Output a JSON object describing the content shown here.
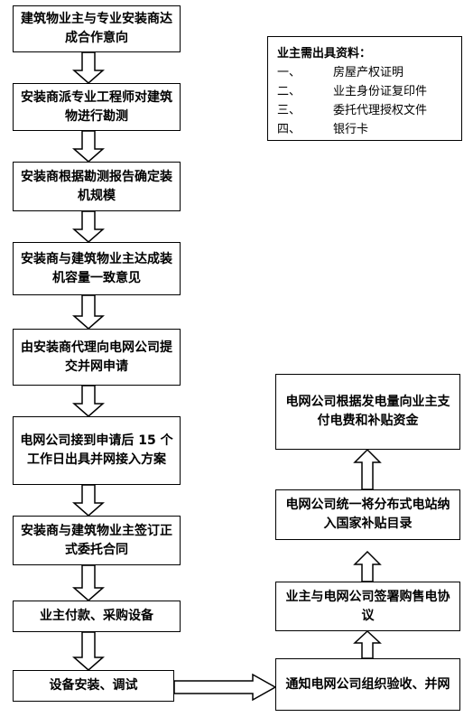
{
  "steps": [
    "建筑物业主与专业安装商达成合作意向",
    "安装商派专业工程师对建筑物进行勘测",
    "安装商根据勘测报告确定装机规模",
    "安装商与建筑物业主达成装机容量一致意见",
    "由安装商代理向电网公司提交并网申请",
    "电网公司接到申请后 15 个工作日出具并网接入方案",
    "安装商与建筑物业主签订正式委托合同",
    "业主付款、采购设备",
    "设备安装、调试"
  ],
  "right_steps": [
    "通知电网公司组织验收、并网",
    "业主与电网公司签署购售电协议",
    "电网公司统一将分布式电站纳入国家补贴目录",
    "电网公司根据发电量向业主支付电费和补贴资金"
  ],
  "documents": {
    "title": "业主需出具资料：",
    "items": [
      {
        "num": "一、",
        "text": "房屋产权证明"
      },
      {
        "num": "二、",
        "text": "业主身份证复印件"
      },
      {
        "num": "三、",
        "text": "委托代理授权文件"
      },
      {
        "num": "四、",
        "text": "银行卡"
      }
    ]
  }
}
